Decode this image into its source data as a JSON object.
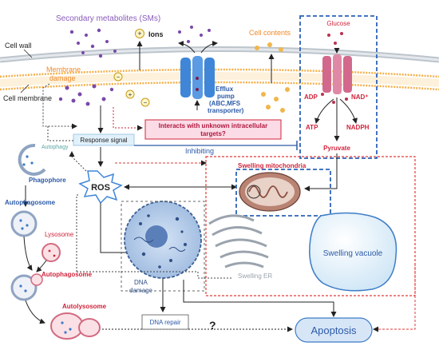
{
  "labels": {
    "secondary_metabolites": "Secondary metabolites (SMs)",
    "ions": "Ions",
    "cell_wall": "Cell wall",
    "cell_membrane": "Cell membrane",
    "membrane_damage_1": "Membrane",
    "membrane_damage_2": "damage",
    "efflux_1": "Efflux",
    "efflux_2": "pump",
    "efflux_3": "(ABC,MFS",
    "efflux_4": "transporter)",
    "cell_contents": "Cell contents",
    "glucose": "Glucose",
    "adp": "ADP",
    "nad": "NAD⁺",
    "atp": "ATP",
    "nadph": "NADPH",
    "pyruvate": "Pyruvate",
    "interacts_1": "Interacts with unknown intracellular",
    "interacts_2": "targets?",
    "response_signal": "Response signal",
    "inhibiting": "Inhibiting",
    "autophagy": "Autophagy",
    "phagophore": "Phagophore",
    "autophagosome_1": "Autophagosome",
    "lysosome": "Lysosome",
    "autophagosome_2": "Autophagosome",
    "autolysosome": "Autolysosome",
    "ros": "ROS",
    "swelling_mitochondria": "Swelling mitochondria",
    "dna_damage_1": "DNA",
    "dna_damage_2": "damage",
    "swelling_er": "Swelling ER",
    "swelling_vacuole": "Swelling vacuole",
    "dna_repair": "DNA repair",
    "question": "?",
    "apoptosis": "Apoptosis"
  },
  "colors": {
    "purple_text": "#8a5bbd",
    "orange_text": "#ef8a2a",
    "red_text": "#d0243b",
    "blue_text": "#2c5aa8",
    "membrane_orange": "#f5b04a",
    "channel_blue": "#3f86d8",
    "channel_pink": "#d2698c",
    "dashed_blue": "#2d63b8",
    "dashed_red": "#e23a3a",
    "interact_box": "#fbdbe6",
    "response_box": "#e1f1fb",
    "nucleus": "#b7cdea",
    "vacuole": "#e6f3fb",
    "apoptosis_bg": "#d7e6f7"
  }
}
